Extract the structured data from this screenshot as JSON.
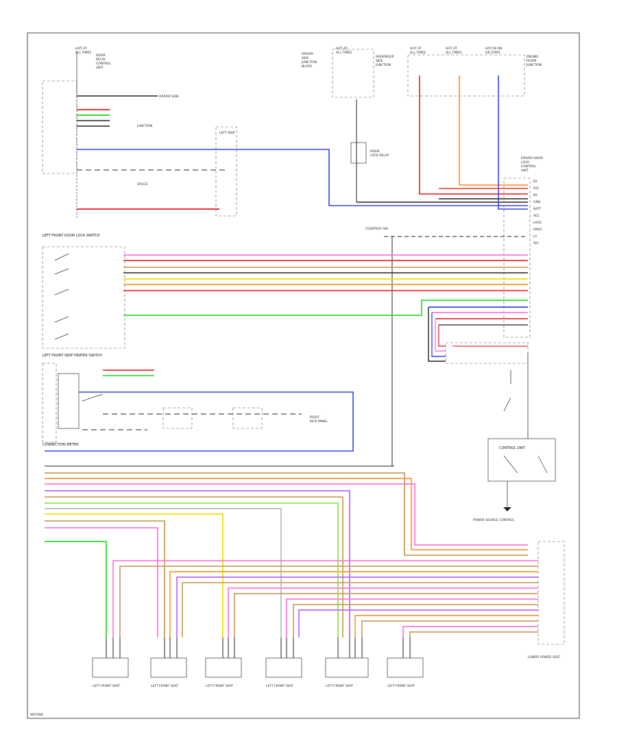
{
  "page": {
    "footer_code": "W07088"
  },
  "colors": {
    "pink": "#ff77dd",
    "red": "#ee3333",
    "green": "#33dd33",
    "blue": "#3344ee",
    "yellow": "#f0e000",
    "orange": "#ff9933",
    "tan": "#c8a060",
    "light_green": "#88ee44",
    "violet": "#bb66ff",
    "grey": "#9a9a9a",
    "black": "#222222"
  },
  "labels": {
    "left_front_door_lock_switch": "LEFT FRONT DOOR LOCK SWITCH",
    "left_front_seat_heater_switch": "LEFT FRONT SEAT HEATER SWITCH",
    "connection_meter": "CONNECTION METER",
    "driver_side_junction_block": "DRIVER SIDE JUNCTION BLOCK",
    "control_unit": "CONTROL UNIT",
    "power_source_control": "POWER SOURCE CONTROL",
    "lower_power_seat": "LOWER POWER SEAT",
    "left_front_seat_1": "LEFT FRONT SEAT",
    "left_front_seat_2": "LEFT FRONT SEAT",
    "left_front_seat_3": "LEFT FRONT SEAT",
    "left_front_seat_4": "LEFT FRONT SEAT",
    "left_front_seat_5": "LEFT FRONT SEAT",
    "left_front_seat_6": "LEFT FRONT SEAT"
  }
}
